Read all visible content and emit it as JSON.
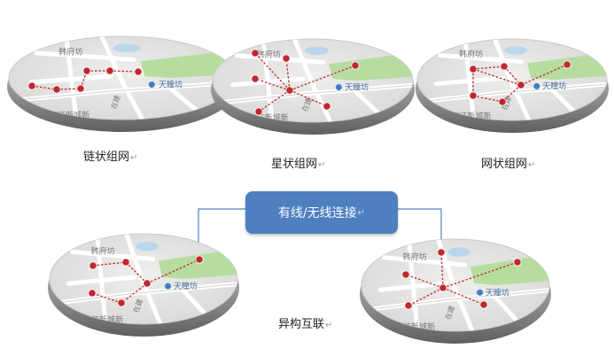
{
  "captions": {
    "chain": "链状组网",
    "star": "星状组网",
    "mesh": "网状组网",
    "hetero": "异构互联",
    "return_mark": "↵"
  },
  "center_box": {
    "label": "有线/无线连接",
    "color": "#4e7fbf"
  },
  "map_labels": {
    "street_top": "韩府坊",
    "poi": "天瞳坊",
    "district": "三江新城新",
    "road": "在建"
  },
  "colors": {
    "node": "#c0282e",
    "link": "#c0282e",
    "park": "#b6dca0",
    "map_base": "#e8e8e6",
    "connector": "#4e7fbf"
  }
}
